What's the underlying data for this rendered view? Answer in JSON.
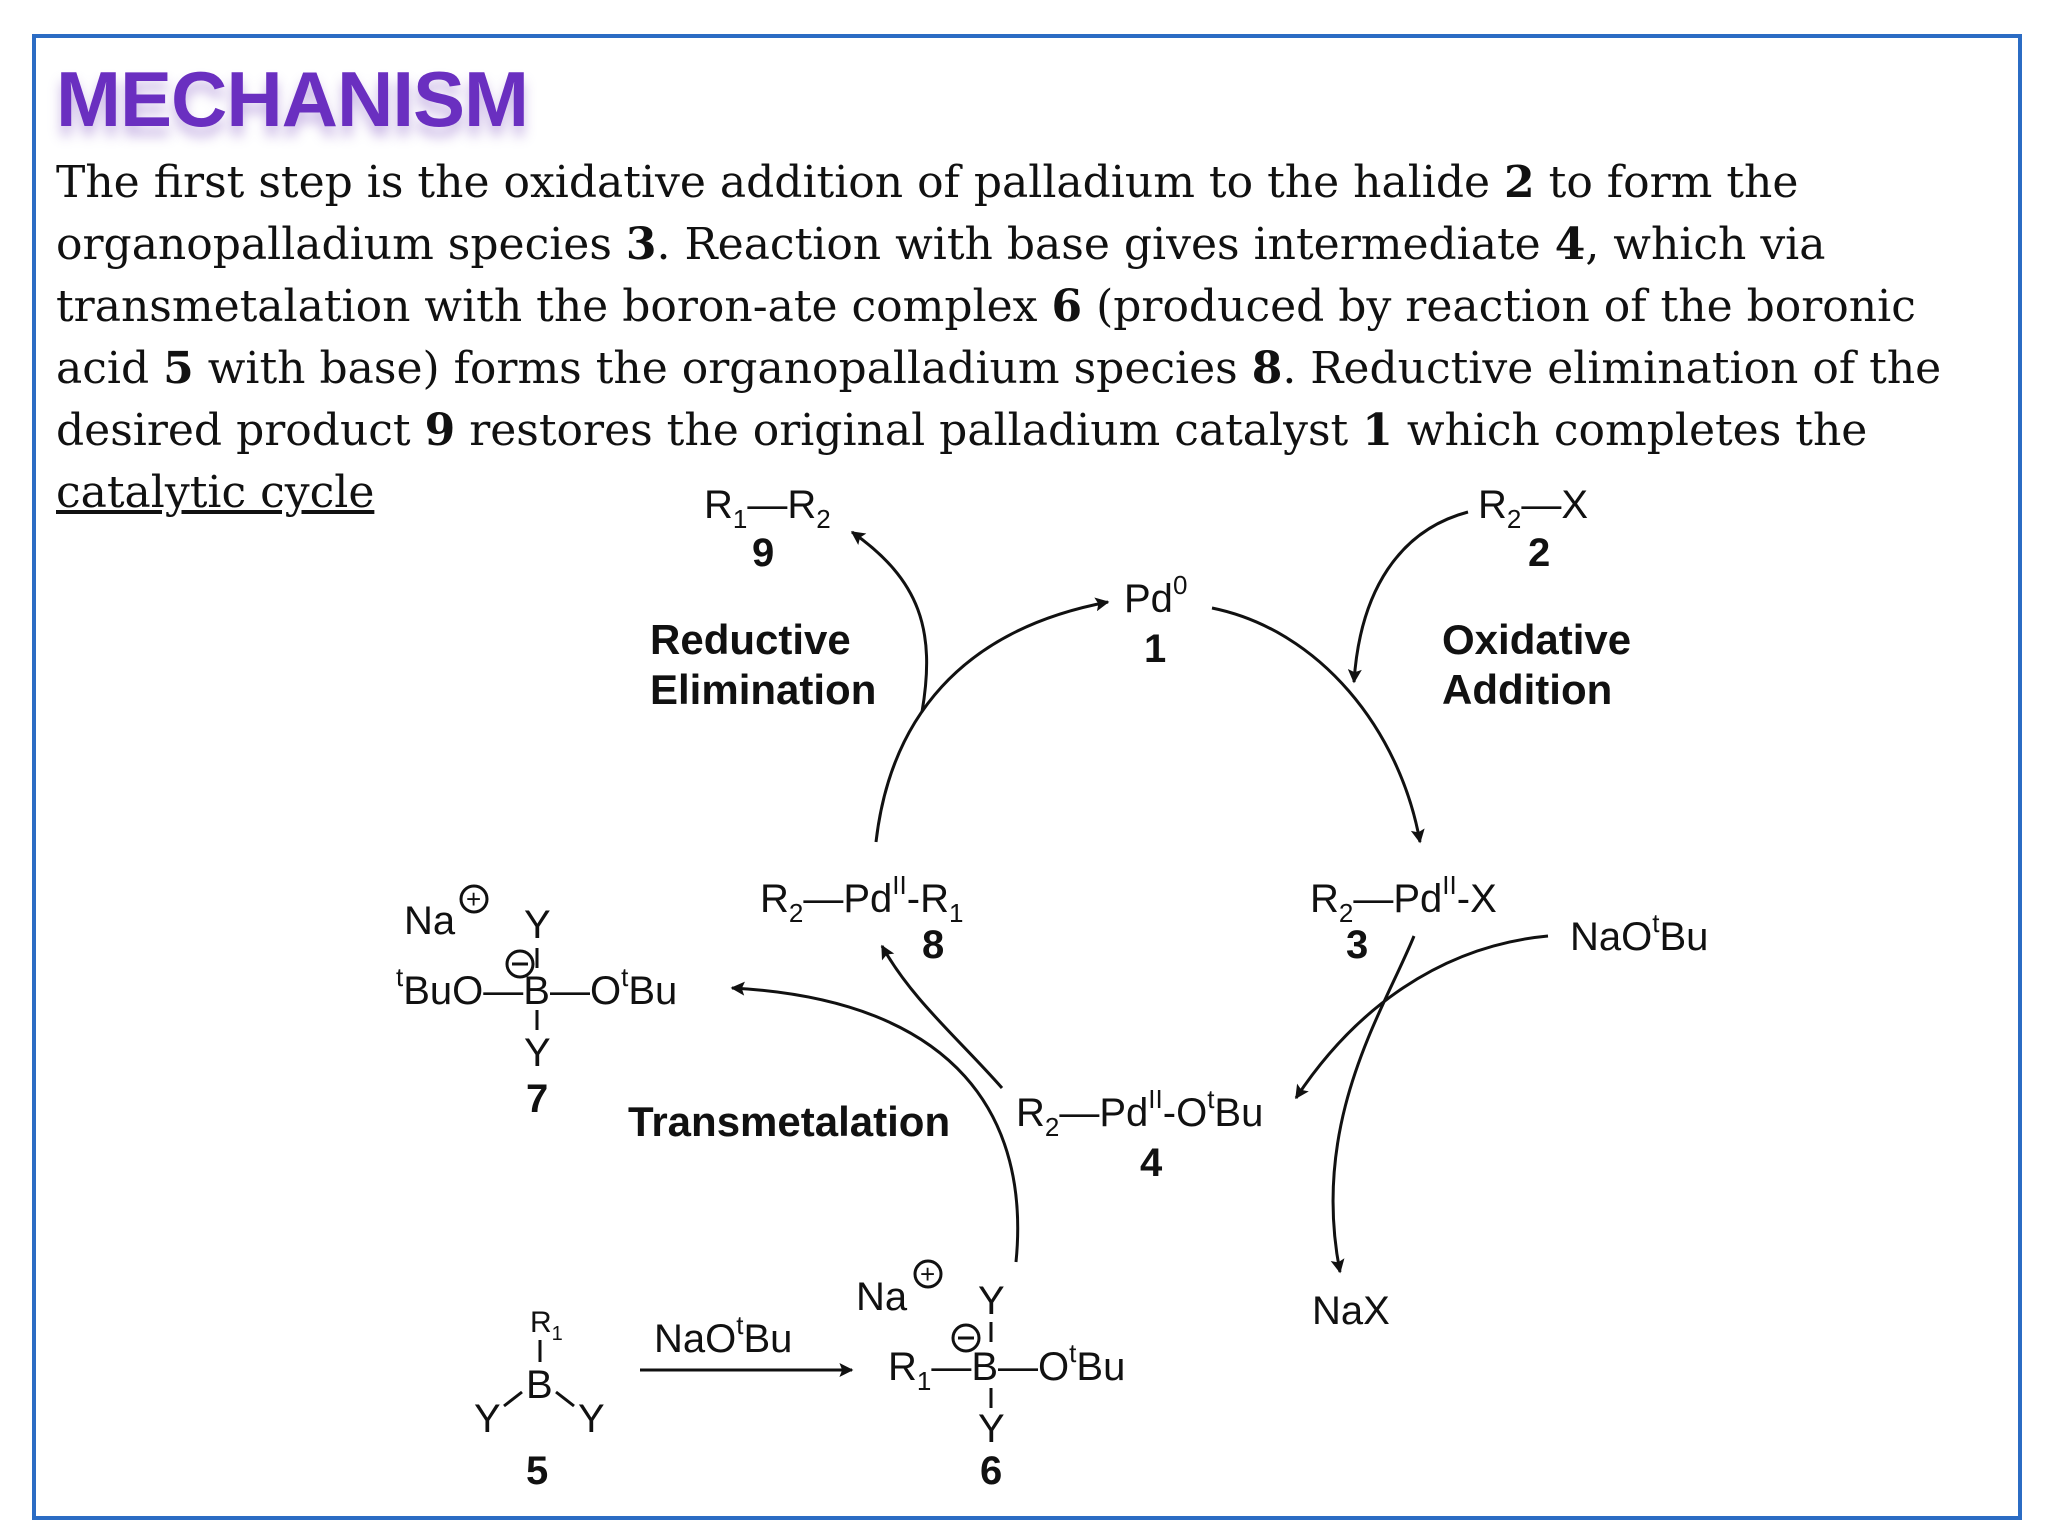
{
  "title": "MECHANISM",
  "paragraph": {
    "s1": "The first step is the oxidative addition of palladium to the halide ",
    "n2": "2",
    "s2": " to form the organopalladium species ",
    "n3": "3",
    "s3": ". Reaction with base gives intermediate ",
    "n4": "4",
    "s4": ", which via transmetalation with the boron-ate complex ",
    "n6": "6",
    "s5": " (produced by reaction of the boronic acid ",
    "n5": "5",
    "s6": " with base) forms the organopalladium species ",
    "n8": "8",
    "s7": ". Reductive elimination of the desired product ",
    "n9": "9",
    "s8": " restores the original palladium catalyst ",
    "n1": "1",
    "s9": " which completes the ",
    "link": "catalytic cycle"
  },
  "diagram": {
    "steps": {
      "reductive": [
        "Reductive",
        "Elimination"
      ],
      "oxidative": [
        "Oxidative",
        "Addition"
      ],
      "transmetalation": "Transmetalation"
    },
    "species": {
      "c1": {
        "num": "1"
      },
      "c2": {
        "num": "2"
      },
      "c3": {
        "num": "3"
      },
      "c4": {
        "num": "4"
      },
      "c5": {
        "num": "5"
      },
      "c6": {
        "num": "6"
      },
      "c7": {
        "num": "7"
      },
      "c8": {
        "num": "8"
      },
      "c9": {
        "num": "9"
      }
    },
    "reagents": {
      "base_top": "NaO",
      "base_bottom": "NaO",
      "tbu": "Bu",
      "t": "t",
      "nax": "NaX"
    }
  }
}
